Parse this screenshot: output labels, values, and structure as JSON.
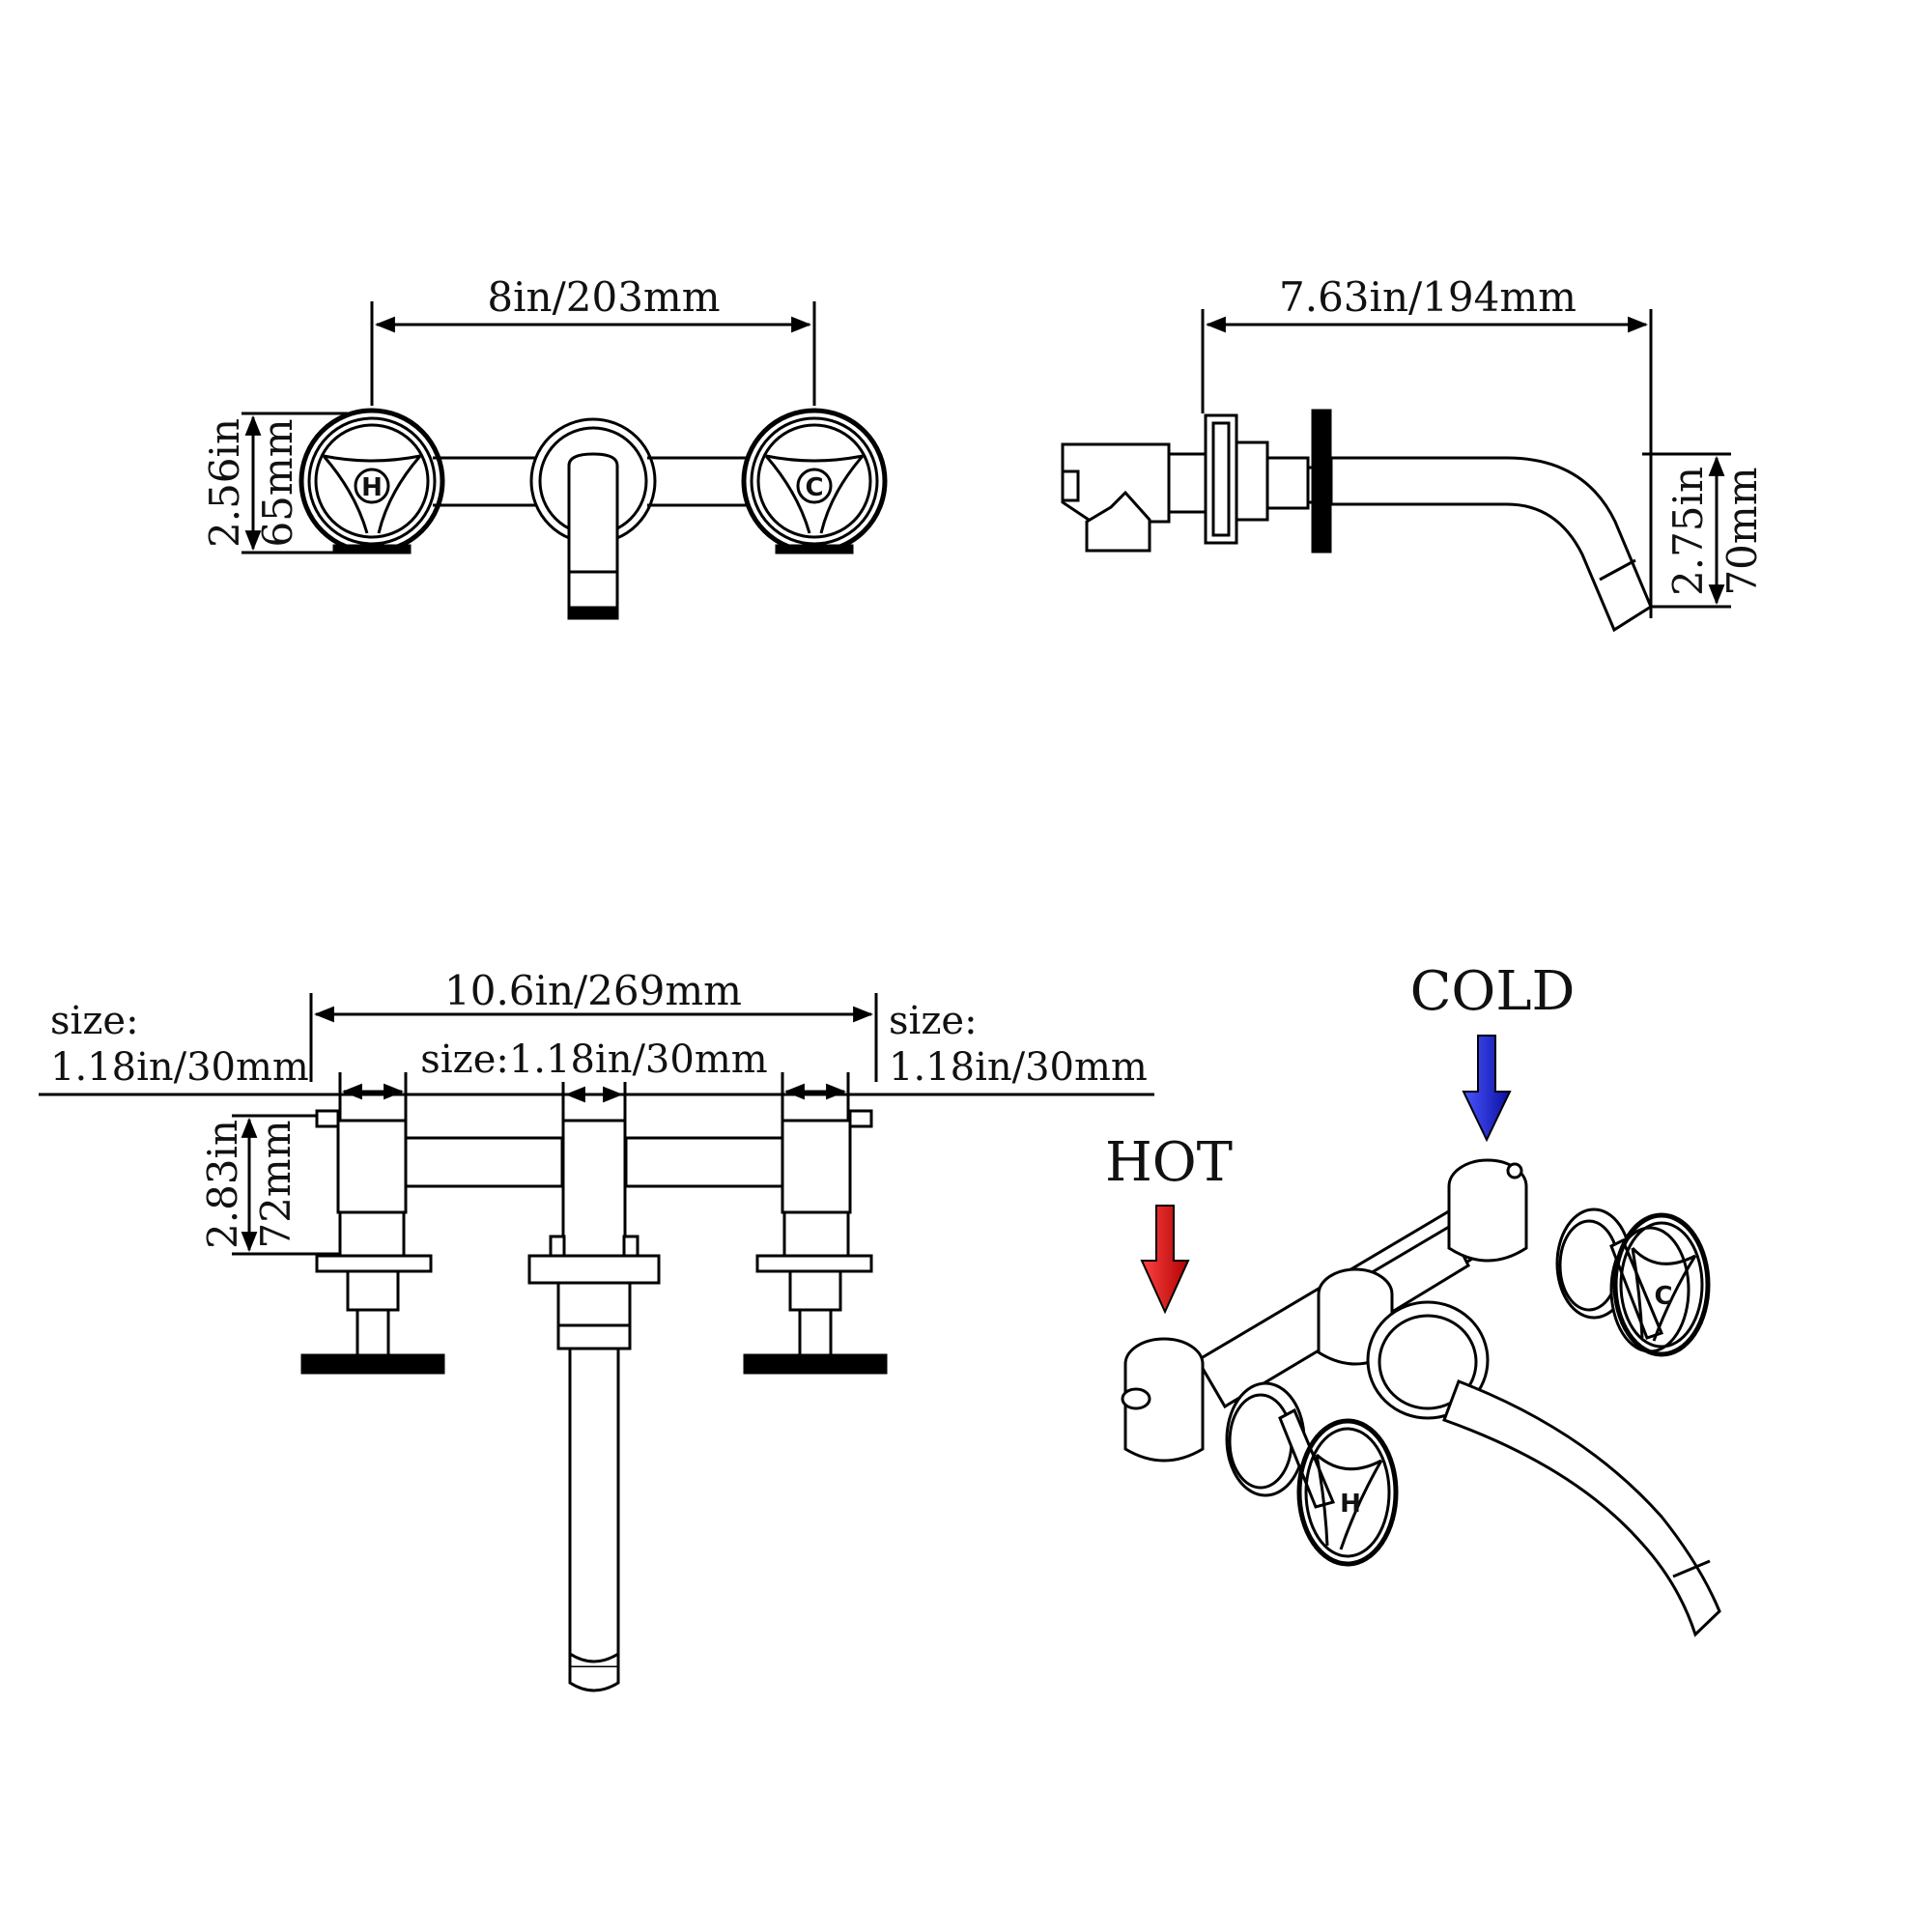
{
  "front_view": {
    "width_label": "8in/203mm",
    "height_in": "2.56in",
    "height_mm": "65mm",
    "hot_letter": "H",
    "cold_letter": "C"
  },
  "side_view": {
    "length_label": "7.63in/194mm",
    "height_in": "2.75in",
    "height_mm": "70mm"
  },
  "top_view": {
    "overall_label": "10.6in/269mm",
    "left_size_title": "size:",
    "left_size_value": "1.18in/30mm",
    "center_size_label": "size:1.18in/30mm",
    "right_size_title": "size:",
    "right_size_value": "1.18in/30mm",
    "height_in": "2.83in",
    "height_mm": "72mm"
  },
  "perspective_view": {
    "hot_label": "HOT",
    "cold_label": "COLD",
    "hot_letter": "H",
    "cold_letter": "C",
    "hot_color": "#e8141b",
    "cold_color": "#1e22d4"
  }
}
